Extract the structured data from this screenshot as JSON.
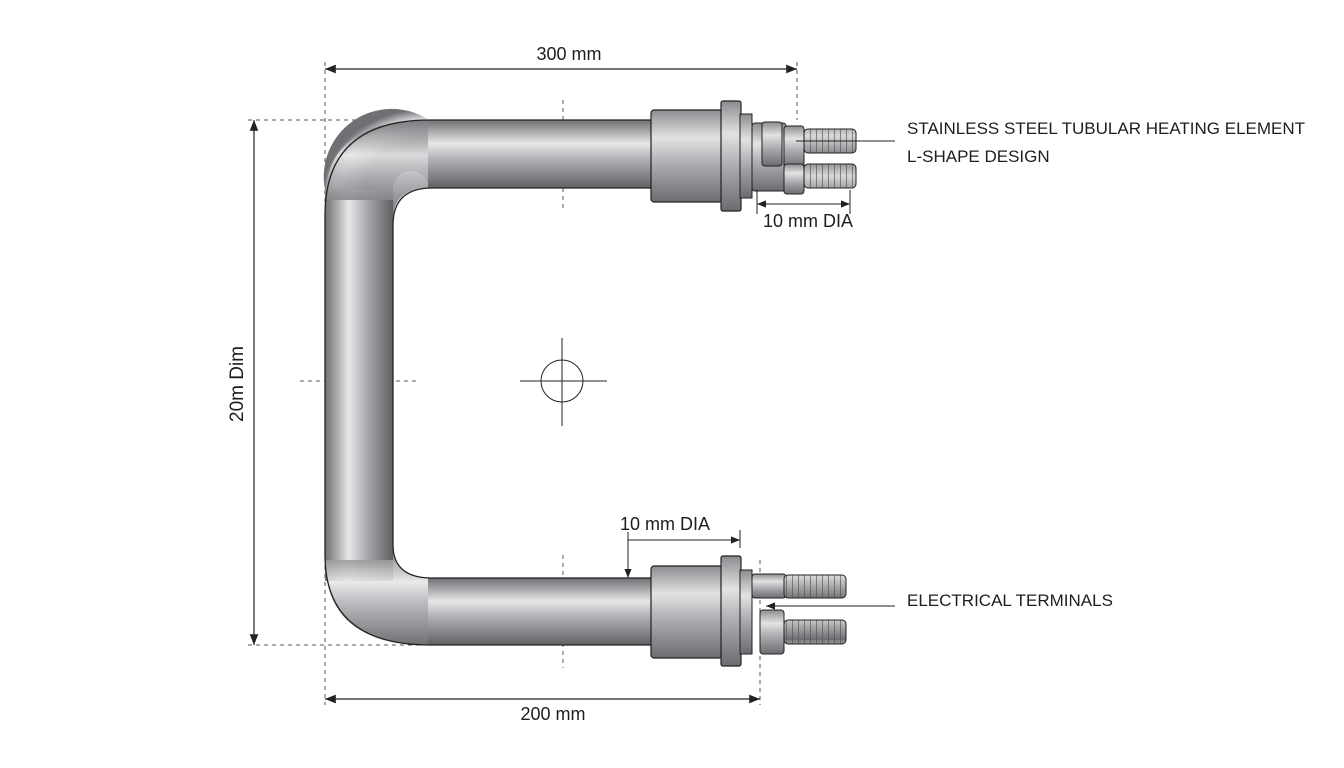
{
  "dimensions": {
    "top_width": "300 mm",
    "bottom_width": "200 mm",
    "height": "20m Dim",
    "top_terminal_dia": "10 mm DIA",
    "bottom_tube_dia": "10 mm DIA"
  },
  "callouts": {
    "element_name": "STAINLESS STEEL TUBULAR HEATING ELEMENT",
    "design": "L-SHAPE DESIGN",
    "terminals": "ELECTRICAL TERMINALS"
  },
  "colors": {
    "tube_dark": "#6e7073",
    "tube_light": "#e6e7e8",
    "line": "#222222"
  }
}
